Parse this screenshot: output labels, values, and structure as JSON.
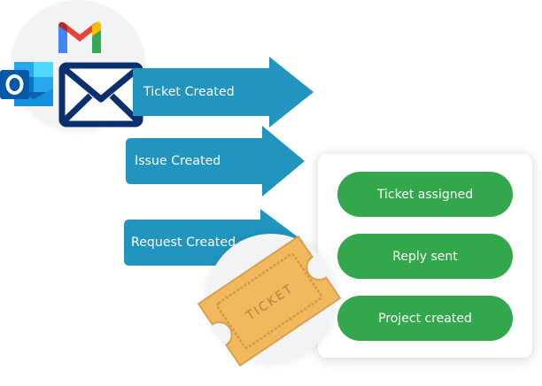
{
  "sources": {
    "icons": [
      "gmail-icon",
      "outlook-icon",
      "mail-envelope-icon"
    ]
  },
  "triggers": [
    {
      "label": "Ticket Created"
    },
    {
      "label": "Issue Created"
    },
    {
      "label": "Request Created"
    }
  ],
  "actions": [
    {
      "label": "Ticket assigned"
    },
    {
      "label": "Reply sent"
    },
    {
      "label": "Project created"
    }
  ],
  "ticket": {
    "label": "TICKET"
  },
  "colors": {
    "arrow": "#2195c0",
    "pill": "#33a74b",
    "ticket": "#f1b85e",
    "ticket_border": "#d9a04b",
    "envelope": "#0c2f6e"
  }
}
